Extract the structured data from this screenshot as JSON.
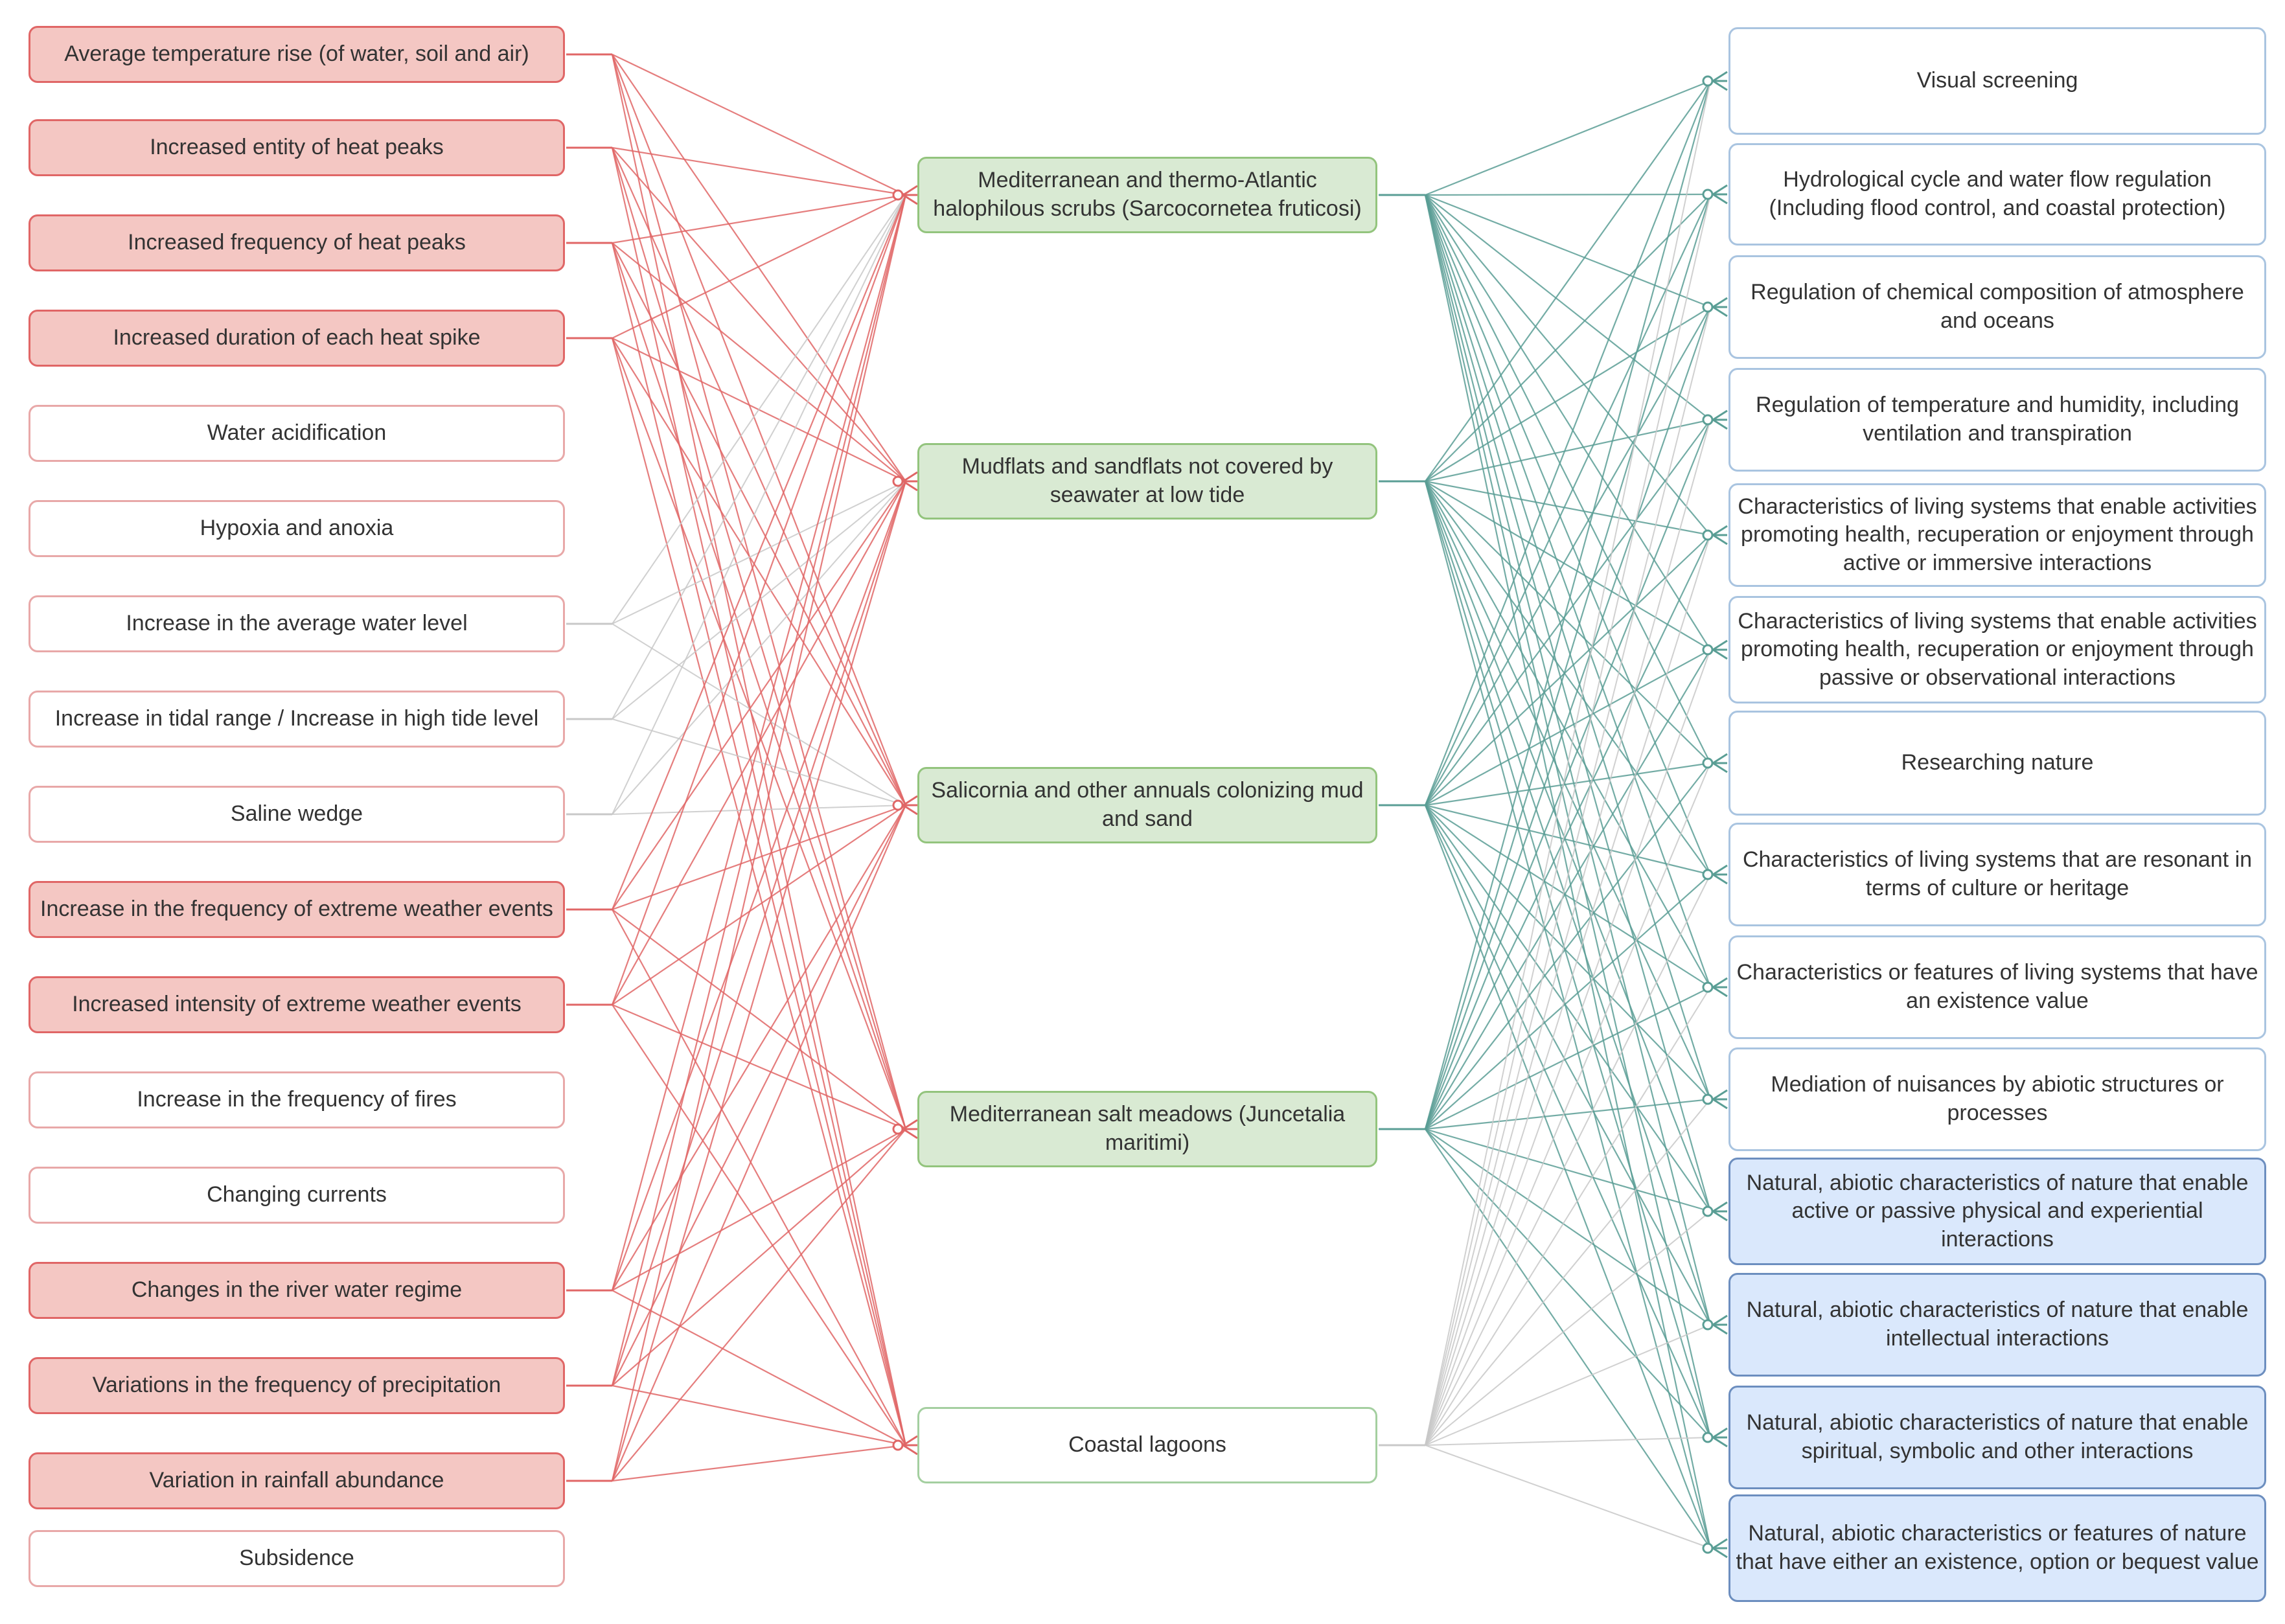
{
  "colors": {
    "pressure_link": "#e06666",
    "service_link": "#5a9e95",
    "weak_link": "#c8c8c8",
    "pressure_fill": "#f4c7c3",
    "pressure_border": "#e06666",
    "habitat_fill": "#d9ead3",
    "habitat_border": "#93c47d",
    "service_border": "#a9c4e0",
    "abiotic_fill": "#dae8fc",
    "abiotic_border": "#6c8ebf"
  },
  "pressures": [
    {
      "label": "Average temperature rise (of water, soil and air)",
      "active": true
    },
    {
      "label": "Increased entity of heat peaks",
      "active": true
    },
    {
      "label": "Increased frequency of heat peaks",
      "active": true
    },
    {
      "label": "Increased duration of each heat spike",
      "active": true
    },
    {
      "label": "Water acidification",
      "active": false
    },
    {
      "label": "Hypoxia and anoxia",
      "active": false
    },
    {
      "label": "Increase in the average water level",
      "active": false
    },
    {
      "label": "Increase in tidal range / Increase in high tide level",
      "active": false
    },
    {
      "label": "Saline wedge",
      "active": false
    },
    {
      "label": "Increase in the frequency of extreme weather events",
      "active": true
    },
    {
      "label": "Increased intensity of extreme weather events",
      "active": true
    },
    {
      "label": "Increase in the frequency of fires",
      "active": false
    },
    {
      "label": "Changing currents",
      "active": false
    },
    {
      "label": "Changes in the river water regime",
      "active": true
    },
    {
      "label": "Variations in the frequency of precipitation",
      "active": true
    },
    {
      "label": "Variation in rainfall abundance",
      "active": true
    },
    {
      "label": "Subsidence",
      "active": false
    }
  ],
  "habitats": [
    {
      "label": "Mediterranean and thermo-Atlantic halophilous scrubs (Sarcocornetea fruticosi)",
      "active": true
    },
    {
      "label": "Mudflats and sandflats not covered by seawater at low tide",
      "active": true
    },
    {
      "label": "Salicornia and other annuals colonizing mud and sand",
      "active": true
    },
    {
      "label": "Mediterranean salt meadows (Juncetalia maritimi)",
      "active": true
    },
    {
      "label": "Coastal lagoons",
      "active": false
    }
  ],
  "services": [
    {
      "label": "Visual screening",
      "abiotic": false
    },
    {
      "label": "Hydrological cycle and water flow regulation (Including flood control, and coastal protection)",
      "abiotic": false
    },
    {
      "label": "Regulation of chemical composition of atmosphere and oceans",
      "abiotic": false
    },
    {
      "label": "Regulation of temperature and humidity, including ventilation and transpiration",
      "abiotic": false
    },
    {
      "label": "Characteristics of living systems that enable activities promoting health, recuperation or enjoyment through active or immersive interactions",
      "abiotic": false
    },
    {
      "label": "Characteristics of living systems that enable activities promoting health, recuperation or enjoyment through passive or observational interactions",
      "abiotic": false
    },
    {
      "label": "Researching nature",
      "abiotic": false
    },
    {
      "label": "Characteristics of living systems that are resonant in terms of culture or heritage",
      "abiotic": false
    },
    {
      "label": "Characteristics or features of living systems that have an existence value",
      "abiotic": false
    },
    {
      "label": "Mediation of nuisances by abiotic structures or processes",
      "abiotic": false
    },
    {
      "label": "Natural, abiotic characteristics of nature that enable active or passive physical and experiential interactions",
      "abiotic": true
    },
    {
      "label": "Natural, abiotic characteristics of nature that enable intellectual interactions",
      "abiotic": true
    },
    {
      "label": "Natural, abiotic characteristics of nature that enable spiritual, symbolic and other interactions",
      "abiotic": true
    },
    {
      "label": "Natural, abiotic characteristics or features of nature that have either an existence, option or bequest value",
      "abiotic": true
    }
  ]
}
